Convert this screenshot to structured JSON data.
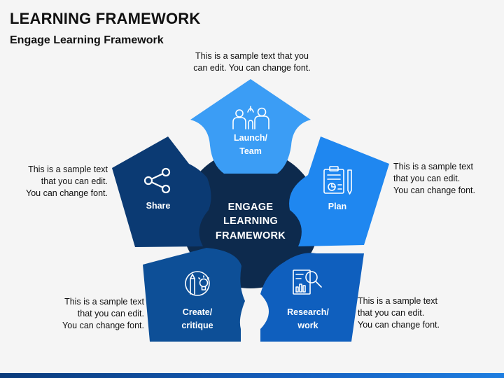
{
  "header": {
    "title": "LEARNING FRAMEWORK",
    "subtitle": "Engage Learning Framework"
  },
  "center": {
    "lines": [
      "ENGAGE",
      "LEARNING",
      "FRAMEWORK"
    ],
    "color": "#0d2a4d"
  },
  "segments": [
    {
      "key": "launch",
      "lines": [
        "Launch/",
        "Team"
      ],
      "icon": "team-icon",
      "color": "#3b9df5"
    },
    {
      "key": "plan",
      "lines": [
        "Plan"
      ],
      "icon": "clipboard-plan-icon",
      "color": "#1f87f0"
    },
    {
      "key": "research",
      "lines": [
        "Research/",
        "work"
      ],
      "icon": "document-magnifier-icon",
      "color": "#0f5fbe"
    },
    {
      "key": "create",
      "lines": [
        "Create/",
        "critique"
      ],
      "icon": "pencil-bulb-icon",
      "color": "#0d4f97"
    },
    {
      "key": "share",
      "lines": [
        "Share"
      ],
      "icon": "share-icon",
      "color": "#0b3a73"
    }
  ],
  "notes": {
    "top": [
      "This is a sample text that you",
      "can edit. You can change font."
    ],
    "right": [
      "This is a sample text",
      "that you can edit.",
      "You can change font."
    ],
    "bottom_right": [
      "This is a sample text",
      "that you can edit.",
      "You can change font."
    ],
    "bottom_left": [
      "This is a sample text",
      "that you can edit.",
      "You can change font."
    ],
    "left": [
      "This is a sample text",
      "that you can edit.",
      "You can change font."
    ]
  }
}
